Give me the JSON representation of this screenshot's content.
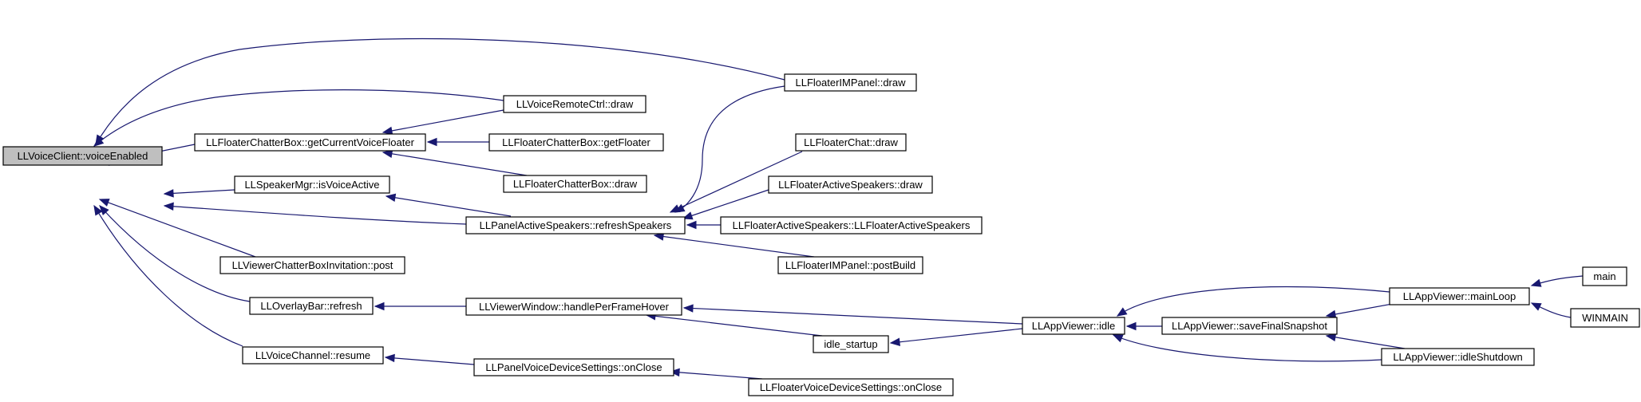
{
  "graph": {
    "colors": {
      "edge": "#191970",
      "node_border": "#000000",
      "root_fill": "#bfbfbf",
      "node_fill": "#ffffff"
    },
    "nodes": {
      "voiceEnabled": "LLVoiceClient::voiceEnabled",
      "getCurrentVoiceFloater": "LLFloaterChatterBox::getCurrentVoiceFloater",
      "isVoiceActive": "LLSpeakerMgr::isVoiceActive",
      "chatterInvitationPost": "LLViewerChatterBoxInvitation::post",
      "overlayRefresh": "LLOverlayBar::refresh",
      "voiceChannelResume": "LLVoiceChannel::resume",
      "voiceRemoteDraw": "LLVoiceRemoteCtrl::draw",
      "chatterGetFloater": "LLFloaterChatterBox::getFloater",
      "chatterDraw": "LLFloaterChatterBox::draw",
      "refreshSpeakers": "LLPanelActiveSpeakers::refreshSpeakers",
      "handlePerFrameHover": "LLViewerWindow::handlePerFrameHover",
      "idleStartup": "idle_startup",
      "panelVoiceOnClose": "LLPanelVoiceDeviceSettings::onClose",
      "imPanelDraw": "LLFloaterIMPanel::draw",
      "floaterChatDraw": "LLFloaterChat::draw",
      "activeSpeakersDraw": "LLFloaterActiveSpeakers::draw",
      "activeSpeakersCtor": "LLFloaterActiveSpeakers::LLFloaterActiveSpeakers",
      "imPanelPostBuild": "LLFloaterIMPanel::postBuild",
      "floaterVoiceOnClose": "LLFloaterVoiceDeviceSettings::onClose",
      "appIdle": "LLAppViewer::idle",
      "saveFinalSnapshot": "LLAppViewer::saveFinalSnapshot",
      "mainLoop": "LLAppViewer::mainLoop",
      "idleShutdown": "LLAppViewer::idleShutdown",
      "main": "main",
      "winmain": "WINMAIN"
    }
  }
}
